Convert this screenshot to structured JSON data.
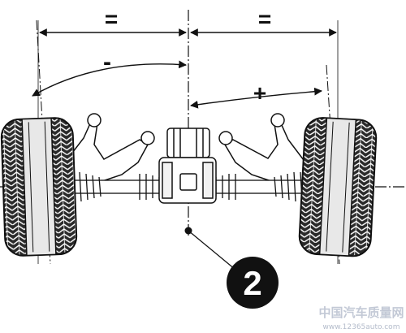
{
  "colors": {
    "ink": "#111111",
    "paper": "#ffffff",
    "tread": "#222222",
    "rim": "#e8e8e8",
    "watermark": "#c8ccd6"
  },
  "labels": {
    "equal_left": "=",
    "equal_right": "=",
    "minus": "-",
    "plus": "+",
    "callout_number": "2"
  },
  "watermark": {
    "line1": "中国汽车质量网",
    "line2": "www.12365auto.com"
  },
  "icons": {
    "left_wheel": "tire-icon",
    "right_wheel": "tire-icon",
    "gearbox": "differential-icon"
  }
}
